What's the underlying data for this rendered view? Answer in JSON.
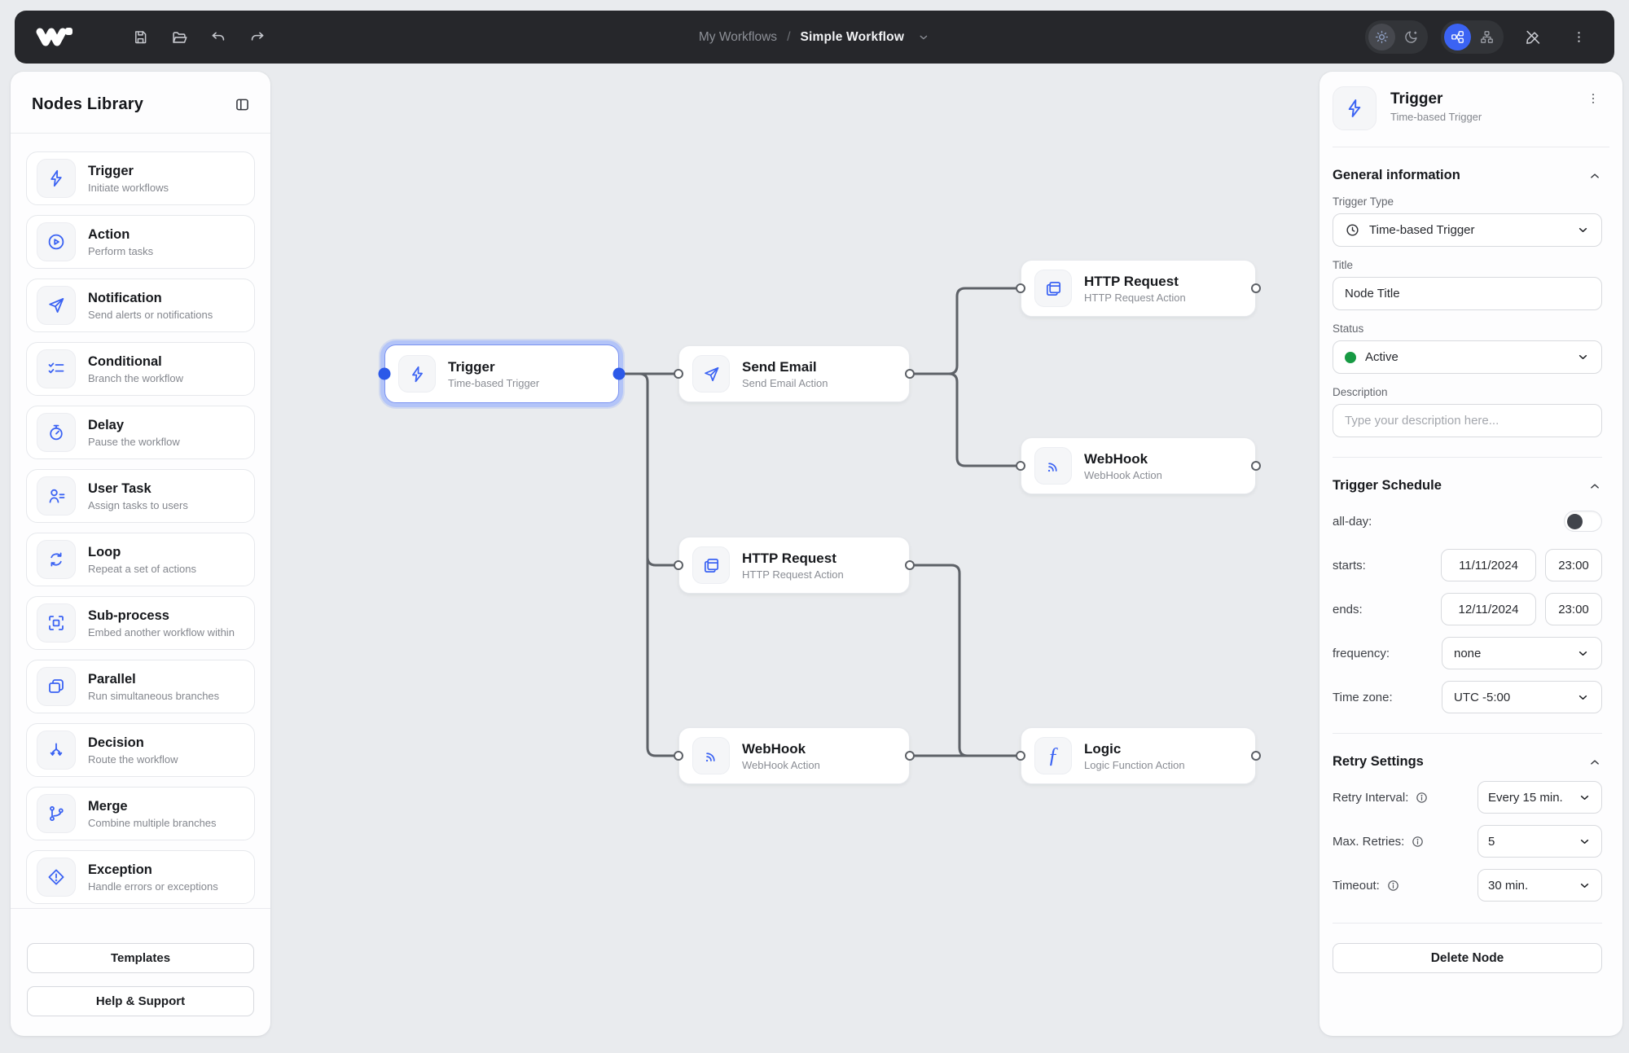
{
  "topbar": {
    "breadcrumb": {
      "section": "My Workflows",
      "separator": "/",
      "title": "Simple Workflow"
    }
  },
  "sidebar": {
    "title": "Nodes Library",
    "items": [
      {
        "label": "Trigger",
        "desc": "Initiate workflows",
        "icon": "zap-icon"
      },
      {
        "label": "Action",
        "desc": "Perform tasks",
        "icon": "play-circle-icon"
      },
      {
        "label": "Notification",
        "desc": "Send alerts or notifications",
        "icon": "send-icon"
      },
      {
        "label": "Conditional",
        "desc": "Branch the workflow",
        "icon": "checklist-icon"
      },
      {
        "label": "Delay",
        "desc": "Pause the workflow",
        "icon": "stopwatch-icon"
      },
      {
        "label": "User Task",
        "desc": "Assign tasks to users",
        "icon": "user-lines-icon"
      },
      {
        "label": "Loop",
        "desc": "Repeat a set of actions",
        "icon": "loop-icon"
      },
      {
        "label": "Sub-process",
        "desc": "Embed another workflow within",
        "icon": "frame-icon"
      },
      {
        "label": "Parallel",
        "desc": "Run simultaneous branches",
        "icon": "windows-icon"
      },
      {
        "label": "Decision",
        "desc": "Route the workflow",
        "icon": "split-arrows-icon"
      },
      {
        "label": "Merge",
        "desc": "Combine multiple branches",
        "icon": "git-merge-icon"
      },
      {
        "label": "Exception",
        "desc": "Handle errors or exceptions",
        "icon": "diamond-alert-icon"
      }
    ],
    "templates_button": "Templates",
    "help_button": "Help & Support"
  },
  "canvas": {
    "nodes": [
      {
        "title": "Trigger",
        "subtitle": "Time-based Trigger",
        "icon": "zap-icon",
        "selected": true
      },
      {
        "title": "Send Email",
        "subtitle": "Send Email Action",
        "icon": "send-icon",
        "selected": false
      },
      {
        "title": "HTTP Request",
        "subtitle": "HTTP Request Action",
        "icon": "browser-icon",
        "selected": false
      },
      {
        "title": "WebHook",
        "subtitle": "WebHook Action",
        "icon": "webhook-icon",
        "selected": false
      },
      {
        "title": "HTTP Request",
        "subtitle": "HTTP Request Action",
        "icon": "browser-icon",
        "selected": false
      },
      {
        "title": "WebHook",
        "subtitle": "WebHook Action",
        "icon": "webhook-icon",
        "selected": false
      },
      {
        "title": "Logic",
        "subtitle": "Logic Function Action",
        "icon": "function-icon",
        "selected": false
      }
    ]
  },
  "inspector": {
    "header": {
      "title": "Trigger",
      "subtitle": "Time-based Trigger"
    },
    "general": {
      "title": "General information",
      "trigger_type_label": "Trigger Type",
      "trigger_type_value": "Time-based Trigger",
      "title_label": "Title",
      "title_value": "Node Title",
      "status_label": "Status",
      "status_value": "Active",
      "description_label": "Description",
      "description_placeholder": "Type your description here..."
    },
    "schedule": {
      "title": "Trigger Schedule",
      "all_day_label": "all-day:",
      "starts_label": "starts:",
      "starts_date": "11/11/2024",
      "starts_time": "23:00",
      "ends_label": "ends:",
      "ends_date": "12/11/2024",
      "ends_time": "23:00",
      "frequency_label": "frequency:",
      "frequency_value": "none",
      "timezone_label": "Time zone:",
      "timezone_value": "UTC -5:00"
    },
    "retry": {
      "title": "Retry Settings",
      "retry_interval_label": "Retry Interval:",
      "retry_interval_value": "Every 15 min.",
      "max_retries_label": "Max. Retries:",
      "max_retries_value": "5",
      "timeout_label": "Timeout:",
      "timeout_value": "30 min."
    },
    "delete_button": "Delete Node"
  },
  "colors": {
    "accent_blue": "#3b63f3",
    "topbar_bg": "#26272b",
    "canvas_bg": "#e9ebee",
    "status_green": "#179a43",
    "selection_ring": "#b3c4f8",
    "edge_gray": "#5d6167"
  }
}
